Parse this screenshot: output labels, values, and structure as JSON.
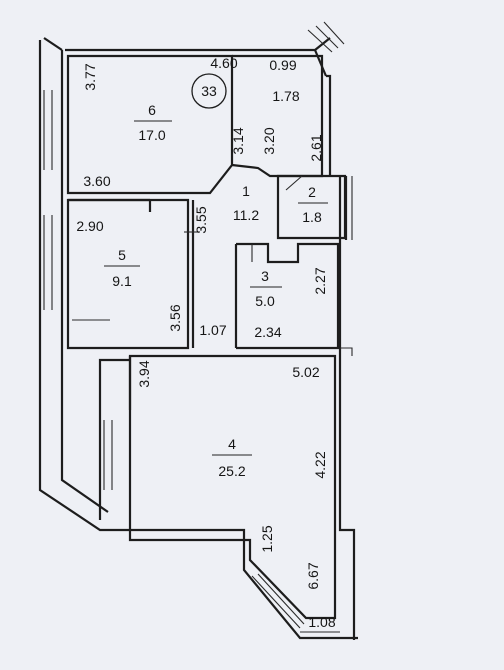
{
  "plan": {
    "apartment_number": "33",
    "rooms": [
      {
        "number": "6",
        "area": "17.0"
      },
      {
        "number": "1",
        "area": "11.2"
      },
      {
        "number": "2",
        "area": "1.8"
      },
      {
        "number": "5",
        "area": "9.1"
      },
      {
        "number": "3",
        "area": "5.0"
      },
      {
        "number": "4",
        "area": "25.2"
      }
    ],
    "dimensions": [
      "3.77",
      "4.60",
      "0.99",
      "1.78",
      "3.14",
      "3.20",
      "2.61",
      "3.60",
      "2.90",
      "3.55",
      "3.56",
      "1.07",
      "2.34",
      "2.27",
      "3.94",
      "5.02",
      "4.22",
      "1.25",
      "6.67",
      "1.08"
    ]
  }
}
